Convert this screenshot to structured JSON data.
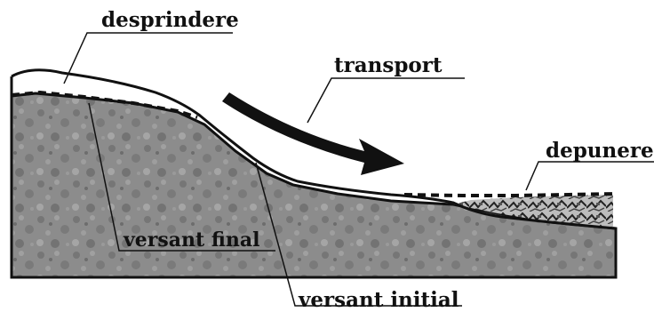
{
  "labels": {
    "desprindere": "desprindere",
    "transport": "transport",
    "depunere": "depunere",
    "versant_final": "versant final",
    "versant_initial": "versant initial"
  },
  "colors": {
    "ground": "#8a8a8a",
    "ground_dark": "#6f6f6f",
    "ground_light": "#a3a3a3",
    "line": "#111111",
    "background": "#ffffff"
  }
}
